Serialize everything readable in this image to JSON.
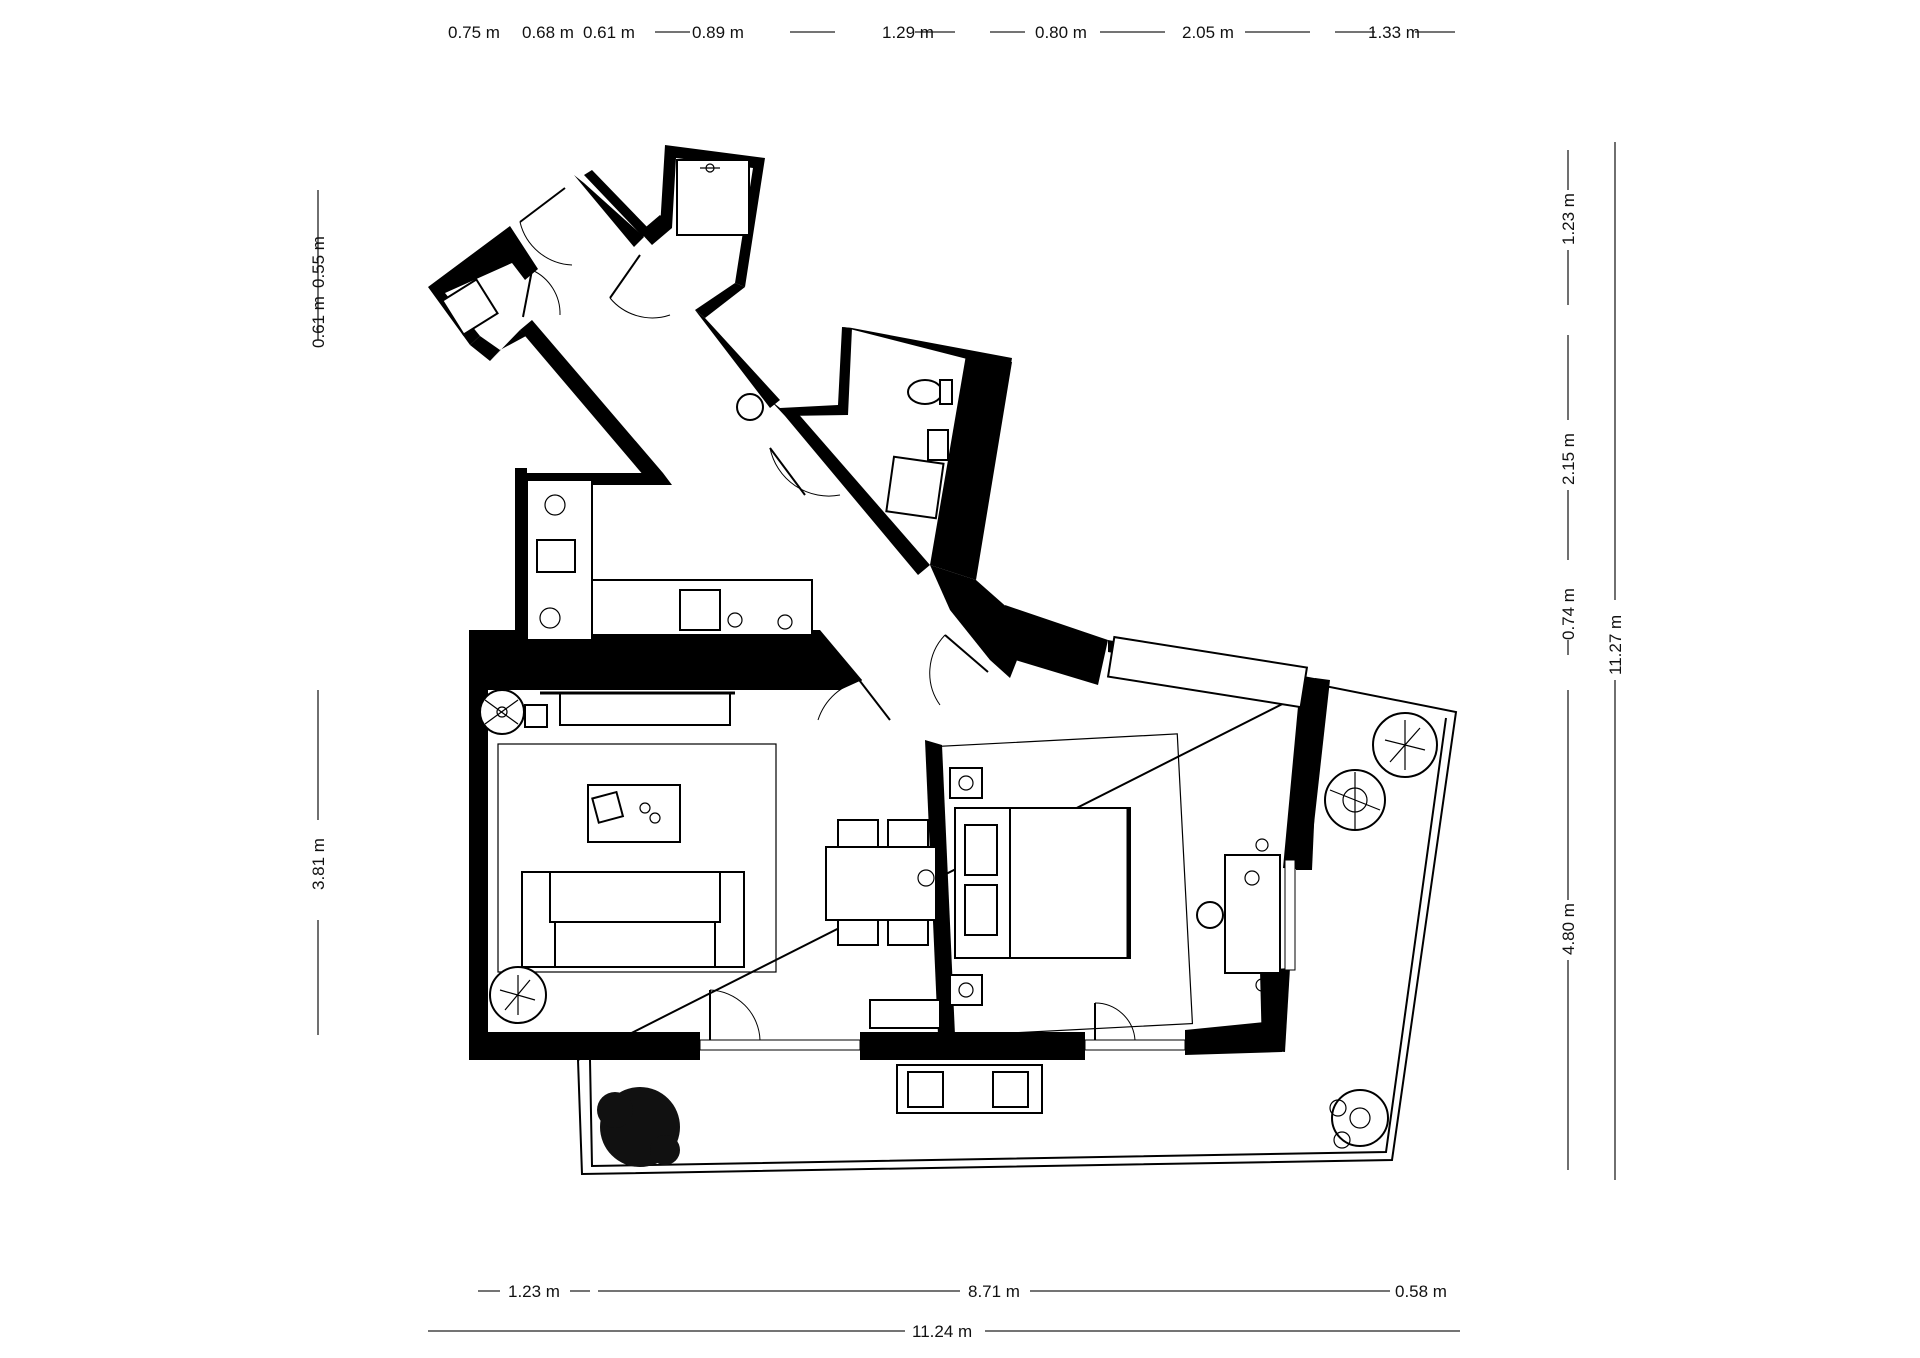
{
  "dimensions": {
    "top": [
      "0.75 m",
      "0.68 m",
      "0.61 m",
      "0.89 m",
      "1.29 m",
      "0.80 m",
      "2.05 m",
      "1.33 m"
    ],
    "left": [
      "0.61 m",
      "0.55 m",
      "3.81 m"
    ],
    "right_segments": [
      "1.23 m",
      "2.15 m",
      "0.74 m",
      "4.80 m"
    ],
    "right_total": "11.27 m",
    "bottom_segments": [
      "1.23 m",
      "8.71 m",
      "0.58 m"
    ],
    "bottom_total": "11.24 m"
  },
  "icons": [
    "door-swing-icon",
    "toilet-icon",
    "sink-icon",
    "shower-icon",
    "bed-icon",
    "sofa-icon",
    "plant-icon",
    "table-icon",
    "chair-icon",
    "stove-icon",
    "lamp-icon"
  ]
}
